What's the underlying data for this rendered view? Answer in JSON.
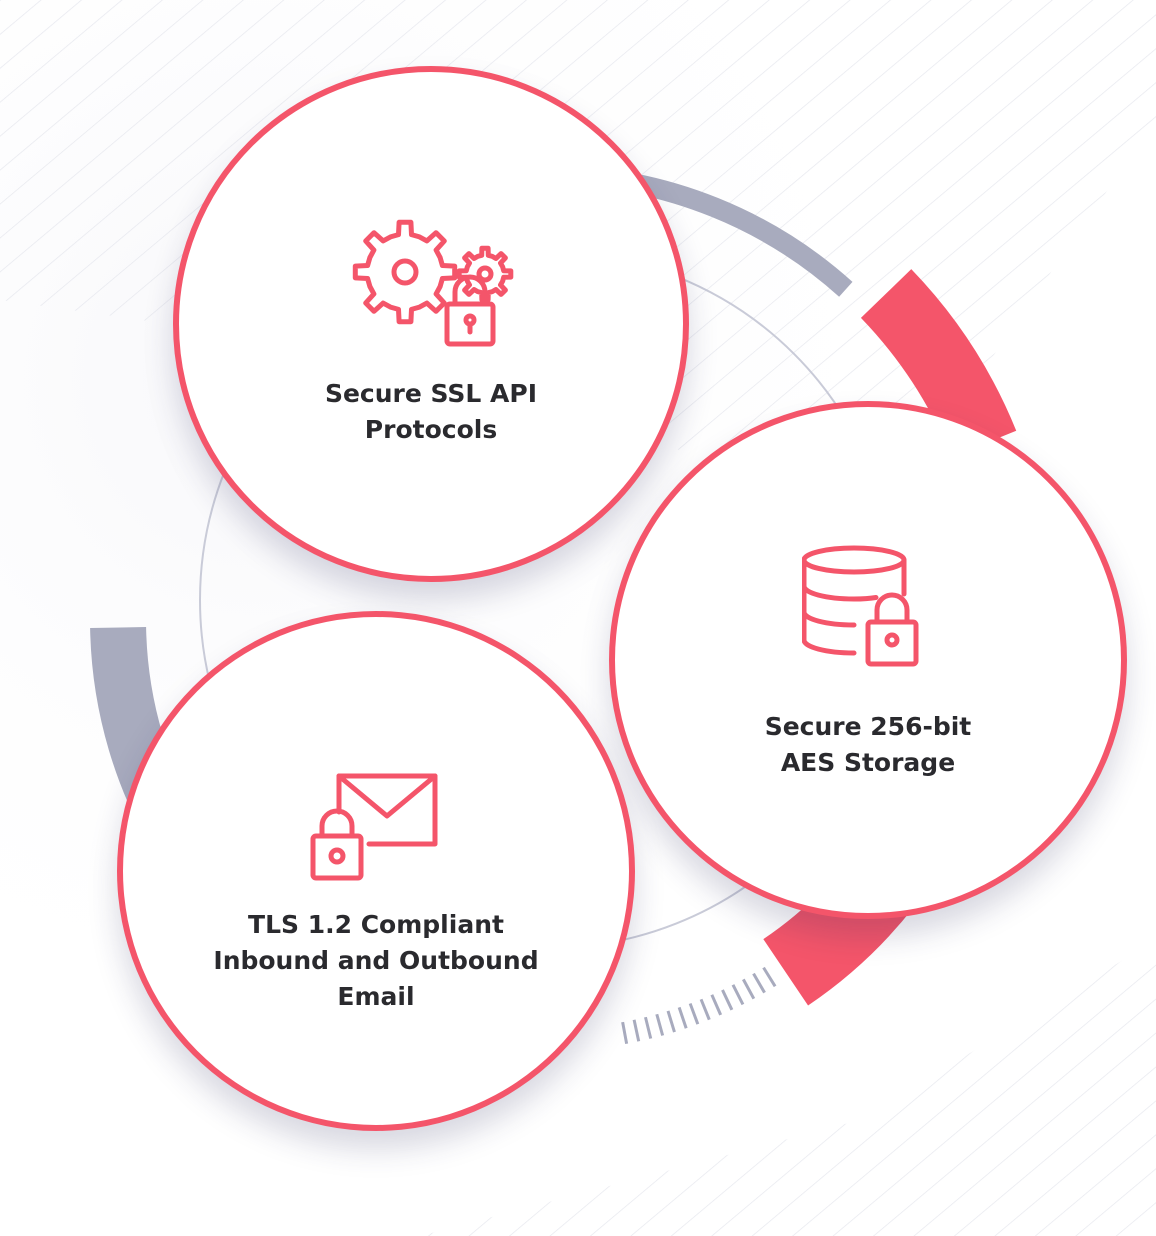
{
  "colors": {
    "accent": "#f4556a",
    "ring_gray": "#a8abbe",
    "thin_ring": "#c9cbd8",
    "hatch": "#e6e7ee",
    "text": "#2a2a2e"
  },
  "nodes": [
    {
      "id": "ssl",
      "icon": "gears-lock-icon",
      "label_lines": [
        "Secure SSL API",
        "Protocols"
      ]
    },
    {
      "id": "aes",
      "icon": "database-lock-icon",
      "label_lines": [
        "Secure 256-bit",
        "AES Storage"
      ]
    },
    {
      "id": "tls",
      "icon": "envelope-lock-icon",
      "label_lines": [
        "TLS 1.2 Compliant",
        "Inbound and Outbound",
        "Email"
      ]
    }
  ]
}
